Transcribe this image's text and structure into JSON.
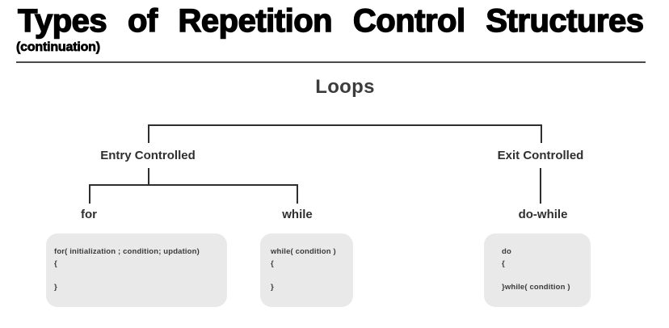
{
  "header": {
    "title": "Types of Repetition Control Structures",
    "subtitle": "(continuation)"
  },
  "diagram": {
    "root_label": "Loops",
    "level1": [
      {
        "label": "Entry Controlled"
      },
      {
        "label": "Exit Controlled"
      }
    ],
    "level2": [
      {
        "label": "for"
      },
      {
        "label": "while"
      },
      {
        "label": "do-while"
      }
    ],
    "code_boxes": [
      {
        "name": "for",
        "lines": [
          "for( initialization ; condition; updation)",
          "{",
          "",
          "}"
        ]
      },
      {
        "name": "while",
        "lines": [
          "while( condition )",
          "{",
          "",
          "}"
        ]
      },
      {
        "name": "do-while",
        "lines": [
          "do",
          "{",
          "",
          "}while( condition )"
        ]
      }
    ]
  },
  "colors": {
    "title_text": "#000000",
    "rule": "#4a4a4a",
    "connector_line": "#2e2e2e",
    "label_text": "#2f2f2f",
    "box_fill": "#e9e9e9",
    "code_text": "#3b3b3b",
    "background": "#ffffff"
  }
}
